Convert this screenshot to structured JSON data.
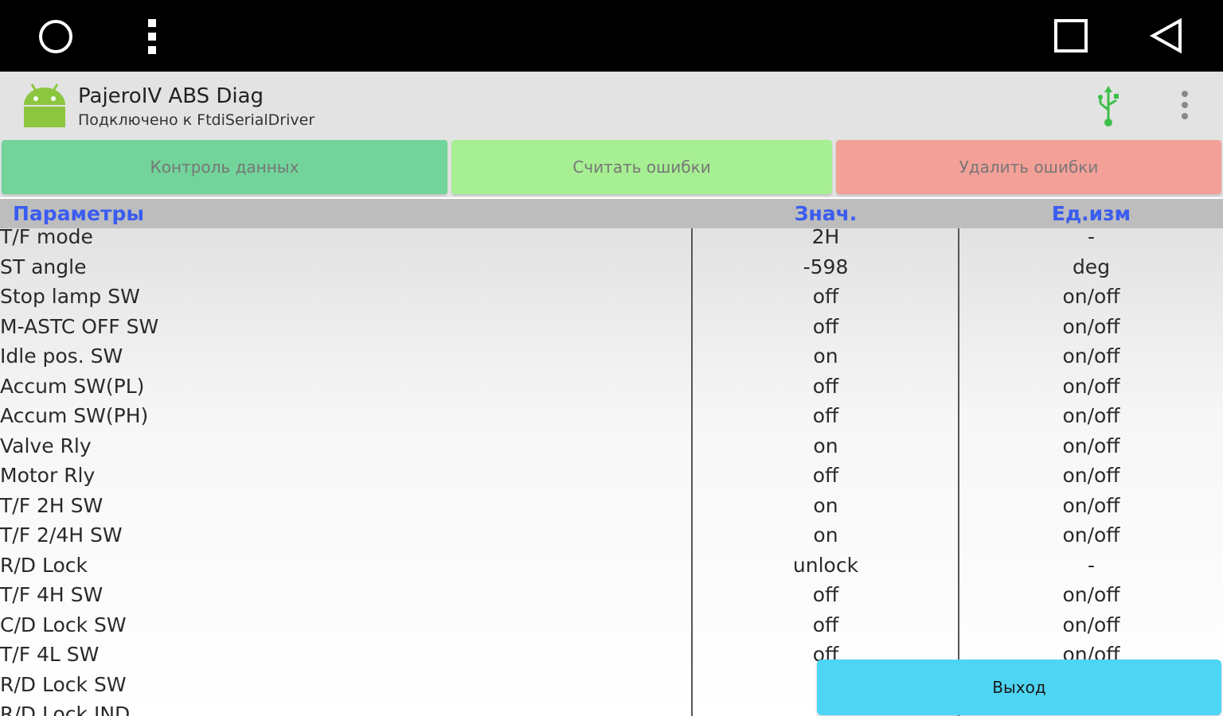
{
  "app": {
    "title": "PajeroIV ABS Diag",
    "subtitle": "Подключено к FtdiSerialDriver"
  },
  "buttons": {
    "data_monitor": "Контроль данных",
    "read_errors": "Считать ошибки",
    "clear_errors": "Удалить ошибки",
    "exit": "Выход"
  },
  "table": {
    "headers": {
      "param": "Параметры",
      "value": "Знач.",
      "unit": "Ед.изм"
    },
    "rows": [
      {
        "param": "T/F mode",
        "value": "2H",
        "unit": "-"
      },
      {
        "param": "ST angle",
        "value": "-598",
        "unit": "deg"
      },
      {
        "param": "Stop lamp SW",
        "value": "off",
        "unit": "on/off"
      },
      {
        "param": "M-ASTC OFF SW",
        "value": "off",
        "unit": "on/off"
      },
      {
        "param": "Idle pos. SW",
        "value": "on",
        "unit": "on/off"
      },
      {
        "param": "Accum SW(PL)",
        "value": "off",
        "unit": "on/off"
      },
      {
        "param": "Accum SW(PH)",
        "value": "off",
        "unit": "on/off"
      },
      {
        "param": "Valve Rly",
        "value": "on",
        "unit": "on/off"
      },
      {
        "param": "Motor Rly",
        "value": "off",
        "unit": "on/off"
      },
      {
        "param": "T/F 2H SW",
        "value": "on",
        "unit": "on/off"
      },
      {
        "param": "T/F 2/4H SW",
        "value": "on",
        "unit": "on/off"
      },
      {
        "param": "R/D Lock",
        "value": "unlock",
        "unit": "-"
      },
      {
        "param": "T/F 4H SW",
        "value": "off",
        "unit": "on/off"
      },
      {
        "param": "C/D Lock SW",
        "value": "off",
        "unit": "on/off"
      },
      {
        "param": "T/F 4L SW",
        "value": "off",
        "unit": "on/off"
      },
      {
        "param": "R/D Lock SW",
        "value": "",
        "unit": ""
      },
      {
        "param": "R/D Lock IND",
        "value": "",
        "unit": ""
      }
    ]
  },
  "colors": {
    "data_monitor_bg": "#72d49a",
    "read_errors_bg": "#a6ef92",
    "clear_errors_bg": "#f3a098",
    "exit_bg": "#4dd5f3",
    "header_text": "#3a5cf0",
    "usb_icon": "#3cbf4a"
  },
  "icons": {
    "status_left": [
      "circle-icon",
      "menu-dots-icon"
    ],
    "status_right": [
      "square-icon",
      "back-triangle-icon"
    ],
    "app": "android-icon",
    "usb": "usb-icon",
    "overflow": "overflow-menu-icon"
  }
}
